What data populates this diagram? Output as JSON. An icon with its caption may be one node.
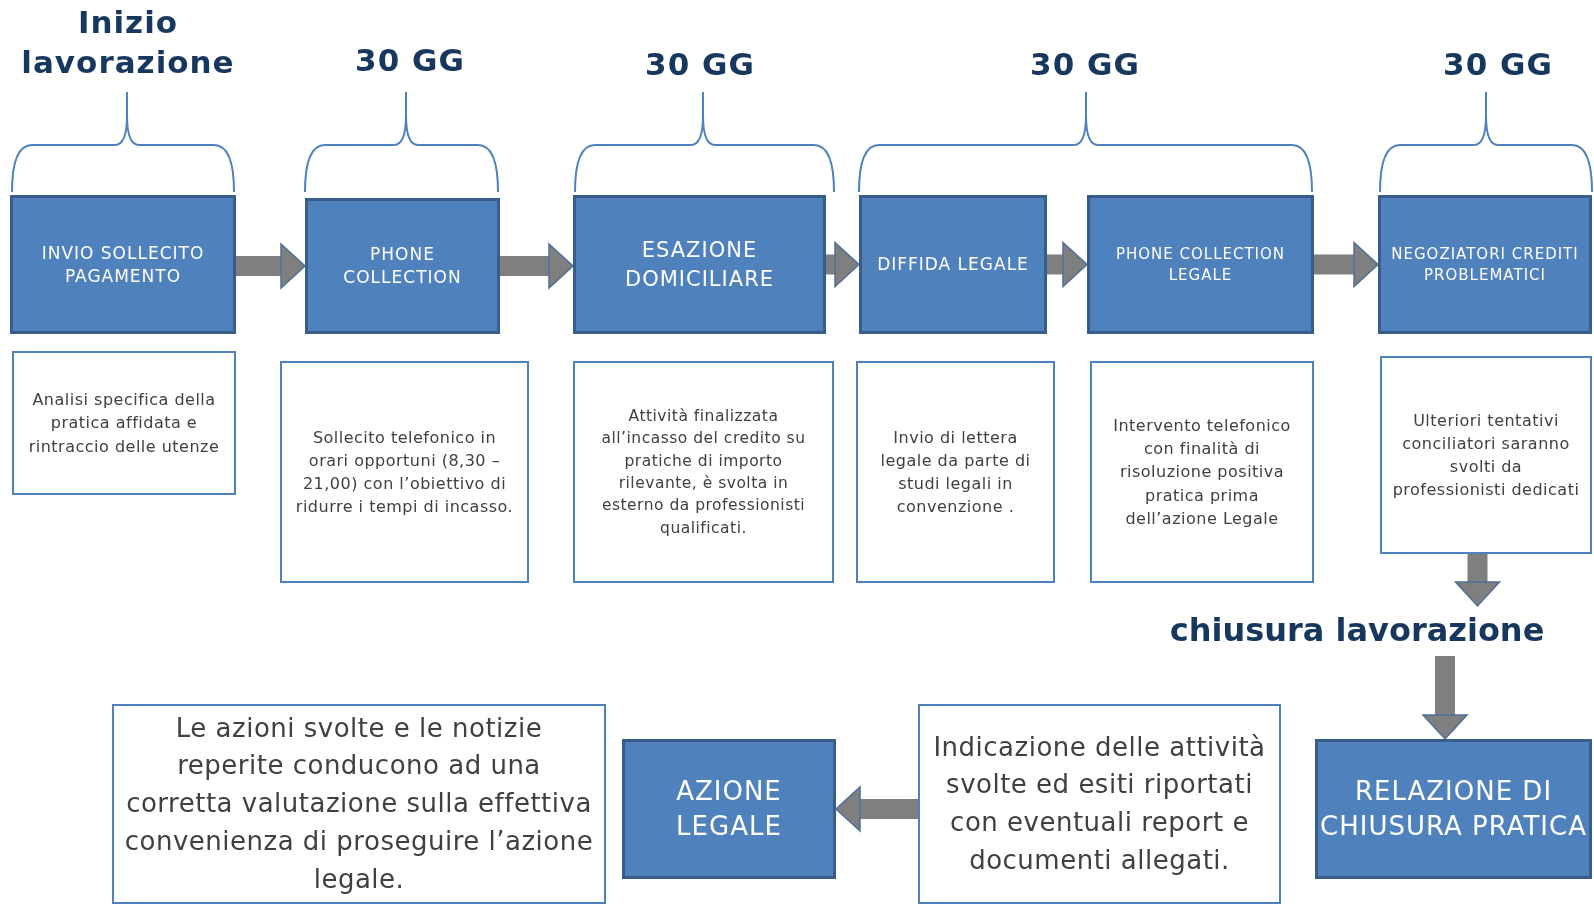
{
  "diagram": {
    "nodes": [
      {
        "text": [
          "INVIO SOLLECITO PAGAMENTO"
        ]
      },
      {
        "text": [
          "PHONE COLLECTION"
        ]
      },
      {
        "text": [
          "ESAZIONE DOMICILIARE"
        ]
      },
      {
        "text": [
          "DIFFIDA LEGALE"
        ]
      },
      {
        "text": [
          "PHONE COLLECTION LEGALE"
        ]
      },
      {
        "text": [
          "NEGOZIATORI CREDITI PROBLEMATICI"
        ]
      },
      {
        "text": [
          "Analisi specifica della pratica affidata e rintraccio delle utenze"
        ]
      },
      {
        "text": [
          "Sollecito telefonico in orari opportuni (8,30 – 21,00) con l’obiettivo di ridurre i tempi di incasso."
        ]
      },
      {
        "text": [
          "Attività finalizzata all’incasso del credito su pratiche di importo rilevante, è svolta in esterno da professionisti qualificati."
        ]
      },
      {
        "text": [
          "Invio di lettera legale da parte di studi legali in convenzione ."
        ]
      },
      {
        "text": [
          "Intervento telefonico con finalità di risoluzione positiva pratica prima dell’azione Legale"
        ]
      },
      {
        "text": [
          "Ulteriori tentativi conciliatori saranno svolti da professionisti dedicati"
        ]
      },
      {
        "text": [
          "chiusura lavorazione"
        ]
      },
      {
        "text": [
          "Le azioni svolte e le notizie reperite conducono ad una corretta valutazione sulla effettiva convenienza di proseguire l’azione legale."
        ]
      },
      {
        "text": [
          "AZIONE LEGALE"
        ]
      },
      {
        "text": [
          "Indicazione delle attività svolte ed esiti riportati con eventuali report e documenti allegati."
        ]
      },
      {
        "text": [
          "RELAZIONE DI CHIUSURA PRATICA"
        ]
      }
    ],
    "edges": [
      {
        "from": 0,
        "to": 1,
        "arrow": "to"
      },
      {
        "from": 1,
        "to": 2,
        "arrow": "to"
      },
      {
        "from": 2,
        "to": 3,
        "arrow": "to"
      },
      {
        "from": 3,
        "to": 4,
        "arrow": "to"
      },
      {
        "from": 4,
        "to": 5,
        "arrow": "to"
      },
      {
        "from": 11,
        "to": 12,
        "arrow": "to"
      },
      {
        "from": 12,
        "to": 16,
        "arrow": "to"
      },
      {
        "from": 15,
        "to": 14,
        "arrow": "to"
      }
    ],
    "labels": [
      "Inizio lavorazione",
      "30 GG",
      "30 GG",
      "30 GG",
      "30 GG"
    ]
  }
}
